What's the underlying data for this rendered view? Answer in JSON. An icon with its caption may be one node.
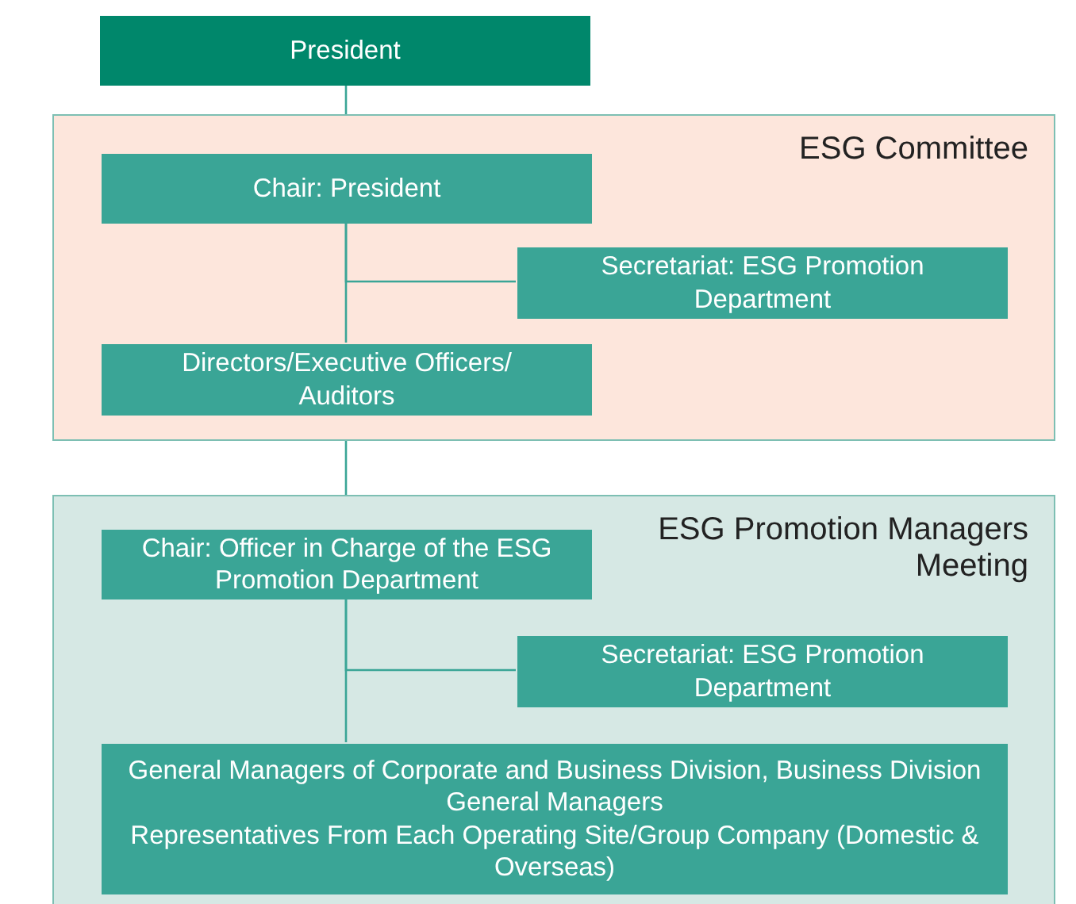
{
  "diagram": {
    "nodes": [
      {
        "text": [
          "President"
        ]
      },
      {
        "text": [
          "ESG Committee"
        ]
      },
      {
        "text": [
          "Chair: President"
        ],
        "in": 1
      },
      {
        "text": [
          "Secretariat: ESG Promotion Department"
        ],
        "in": 1
      },
      {
        "text": [
          "Directors/Executive Officers/ Auditors"
        ],
        "in": 1
      },
      {
        "text": [
          "ESG Promotion Managers Meeting"
        ]
      },
      {
        "text": [
          "Chair: Officer in Charge of the ESG Promotion Department"
        ],
        "in": 5
      },
      {
        "text": [
          "Secretariat: ESG Promotion Department"
        ],
        "in": 5
      },
      {
        "text": [
          "General Managers of Corporate and Business Division, Business Division General Managers",
          "Representatives From Each Operating Site/Group Company (Domestic & Overseas)"
        ],
        "in": 5
      }
    ],
    "edges": [
      {
        "from": 0,
        "to": 1,
        "arrow": "none"
      },
      {
        "from": 2,
        "to": 4,
        "arrow": "none"
      },
      {
        "from": 2,
        "to": 3,
        "arrow": "none"
      },
      {
        "from": 1,
        "to": 5,
        "arrow": "none"
      },
      {
        "from": 6,
        "to": 8,
        "arrow": "none"
      },
      {
        "from": 6,
        "to": 7,
        "arrow": "none"
      }
    ]
  }
}
